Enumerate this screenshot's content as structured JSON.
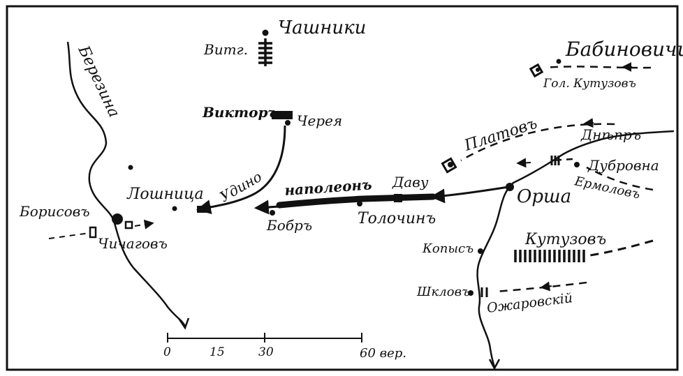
{
  "places": {
    "chashniki": "Чашники",
    "vitg": "Витг.",
    "viktor": "Викторъ",
    "chereya": "Черея",
    "babinovichi": "Бабиновичи",
    "gol_kutuzov": "Гол. Кутузовъ",
    "platov": "Платовъ",
    "dnepr": "Днѣпръ",
    "dubrovna": "Дубровна",
    "ermolov": "Ермоловъ",
    "orsha": "Орша",
    "davu": "Даву",
    "napoleon": "наполеонъ",
    "udino": "Удино",
    "loshnitsa": "Лошница",
    "bobr": "Бобръ",
    "tolochin": "Толочинъ",
    "borisov": "Борисовъ",
    "chichagov": "Чичаговъ",
    "berezina": "Березина",
    "kopys": "Копысъ",
    "kutuzov": "Кутузовъ",
    "shklov": "Шкловъ",
    "ozharovsky": "Ожаровскій"
  },
  "scale": {
    "t0": "0",
    "t15": "15",
    "t30": "30",
    "t60": "60 вер."
  }
}
